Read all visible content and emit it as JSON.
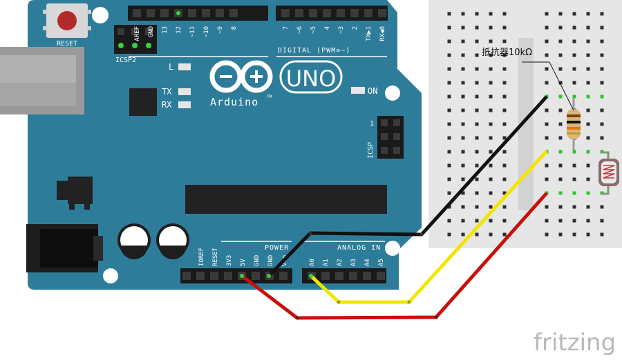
{
  "board": {
    "reset_label": "RESET",
    "icsp2_label": "ICSP2",
    "icsp_label": "ICSP",
    "icsp_pin1": "1",
    "on_label": "ON",
    "l_label": "L",
    "tx_label": "TX",
    "rx_label": "RX",
    "logo_text": "Arduino",
    "tm": "TM",
    "model": "UNO",
    "digital_label": "DIGITAL (PWM=~)",
    "power_label": "POWER",
    "analog_label": "ANALOG IN",
    "digital_pins": [
      "AREF",
      "GND",
      "13",
      "12",
      "~11",
      "~10",
      "~9",
      "8",
      "7",
      "~6",
      "~5",
      "4",
      "~3",
      "2",
      "TX▶1",
      "RX◀0"
    ],
    "power_pins": [
      "IOREF",
      "RESET",
      "3V3",
      "5V",
      "GND",
      "GND",
      "Vin"
    ],
    "analog_pins": [
      "A0",
      "A1",
      "A2",
      "A3",
      "A4",
      "A5"
    ]
  },
  "resistor": {
    "label": "抵抗器10kΩ"
  },
  "brand": {
    "text": "fritzing"
  },
  "colors": {
    "board": "#2d7d9a",
    "breadboard": "#e6e6e6",
    "wire_black": "#111111",
    "wire_yellow": "#f2e600",
    "wire_red": "#c7100c",
    "highlight_green": "#37d23b"
  }
}
